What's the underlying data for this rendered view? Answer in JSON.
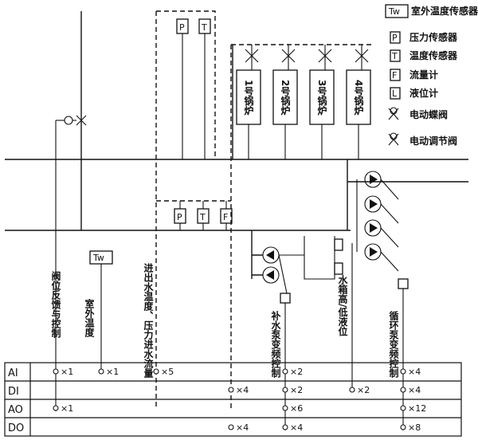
{
  "legend": [
    {
      "symbol": "Tw",
      "label": "室外温度传感器"
    },
    {
      "symbol": "P",
      "label": "压力传感器"
    },
    {
      "symbol": "T",
      "label": "温度传感器"
    },
    {
      "symbol": "F",
      "label": "流量计"
    },
    {
      "symbol": "L",
      "label": "液位计"
    },
    {
      "symbol": "butterfly",
      "label": "电动蝶阀"
    },
    {
      "symbol": "regulating",
      "label": "电动调节阀"
    }
  ],
  "boilers": [
    "1号锅炉",
    "2号锅炉",
    "3号锅炉",
    "4号锅炉"
  ],
  "symbols": {
    "P": "P",
    "T": "T",
    "F": "F",
    "L": "L",
    "Tw": "Tw"
  },
  "signals": {
    "valve": "阀位反馈与控制",
    "outdoor": "室外温度",
    "inlet": "进出水温度、压力进水流量",
    "makeup": "补水泵变频控制",
    "tank": "水箱高/低液位",
    "circ": "循环泵变频控制"
  },
  "rows": [
    "AI",
    "DI",
    "AO",
    "DO"
  ],
  "counts": {
    "ai_valve": "×1",
    "ai_outdoor": "×1",
    "ai_inlet": "×5",
    "ai_makeup": "×2",
    "ai_circ": "×4",
    "di_boiler": "×4",
    "di_makeup": "×2",
    "di_tank": "×2",
    "di_circ": "×4",
    "ao_valve": "×1",
    "ao_makeup": "×6",
    "ao_circ": "×12",
    "do_boiler": "×4",
    "do_makeup": "×4",
    "do_circ": "×8"
  }
}
